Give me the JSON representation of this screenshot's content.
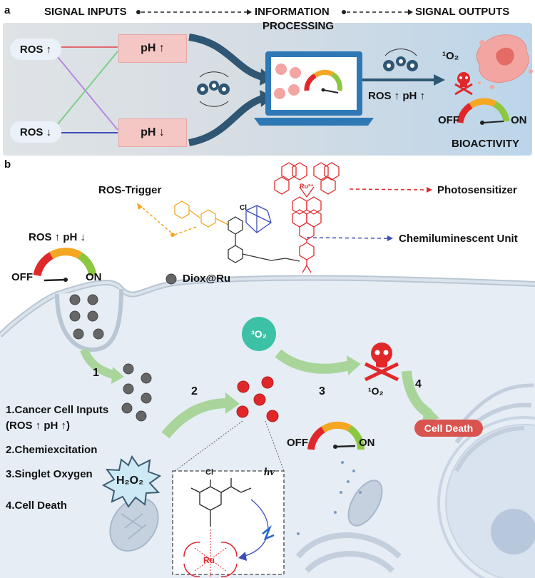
{
  "panel_a": {
    "label": "a",
    "header_inputs": "SIGNAL INPUTS",
    "header_processing_1": "INFORMATION",
    "header_processing_2": "PROCESSING",
    "header_outputs": "SIGNAL OUTPUTS",
    "ros_up": "ROS ↑",
    "ros_down": "ROS ↓",
    "ph_up": "pH ↑",
    "ph_down": "pH ↓",
    "output_condition": "ROS ↑ pH ↑",
    "singlet_oxygen": "¹O₂",
    "gauge_off": "OFF",
    "gauge_on": "ON",
    "bioactivity": "BIOACTIVITY"
  },
  "panel_b": {
    "label": "b",
    "ros_trigger": "ROS-Trigger",
    "photosensitizer": "Photosensitizer",
    "chemiluminescent_unit": "Chemiluminescent Unit",
    "condition": "ROS ↑ pH ↓",
    "gauge_off": "OFF",
    "gauge_on": "ON",
    "nanoparticle_label": "Diox@Ru",
    "step1": "1",
    "step2": "2",
    "step3": "3",
    "step4": "4",
    "list_item_1a": "1.Cancer Cell Inputs",
    "list_item_1b": "(ROS ↑ pH ↑)",
    "list_item_2": "2.Chemiexcitation",
    "list_item_3": "3.Singlet Oxygen",
    "list_item_4": "4.Cell Death",
    "h2o2": "H₂O₂",
    "triplet_oxygen": "³O₂",
    "singlet_oxygen": "¹O₂",
    "cell_death": "Cell Death",
    "gauge2_off": "OFF",
    "gauge2_on": "ON",
    "ru_label": "Ru²⁺",
    "hv": "hν",
    "cl": "Cl",
    "ru_metal": "Ru"
  },
  "colors": {
    "dark_blue": "#2f5773",
    "pink": "#f4c6c4",
    "green_arrow": "#a9d59a",
    "red_skull": "#e0282b",
    "teal": "#3cc1a6",
    "cell_bg": "#e6edf5"
  }
}
